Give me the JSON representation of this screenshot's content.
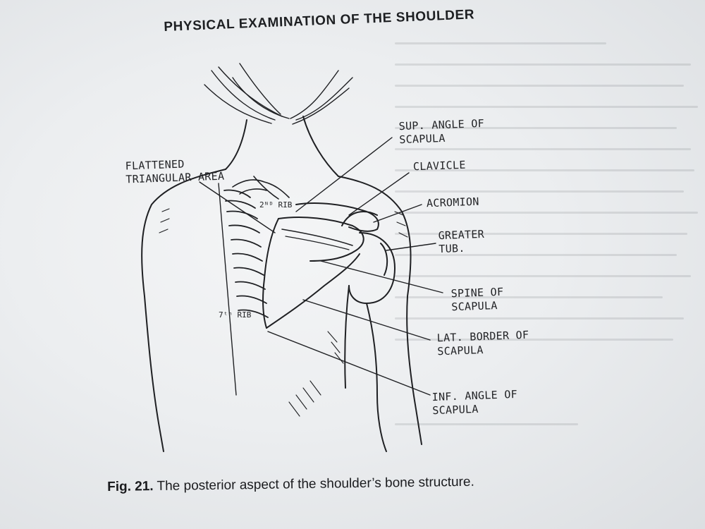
{
  "header": {
    "title": "PHYSICAL EXAMINATION OF THE SHOULDER"
  },
  "figure": {
    "labels": {
      "flattened_triangular_area": [
        "FLATTENED",
        "TRIANGULAR AREA"
      ],
      "sup_angle_of_scapula": [
        "SUP. ANGLE OF",
        "SCAPULA"
      ],
      "clavicle": [
        "CLAVICLE"
      ],
      "acromion": [
        "ACROMION"
      ],
      "greater_tub": [
        "GREATER",
        "TUB."
      ],
      "spine_of_scapula": [
        "SPINE OF",
        "SCAPULA"
      ],
      "lat_border_of_scapula": [
        "LAT. BORDER OF",
        "SCAPULA"
      ],
      "inf_angle_of_scapula": [
        "INF. ANGLE OF",
        "SCAPULA"
      ],
      "second_rib": "2ᴺᴰ RIB",
      "seventh_rib": "7ᵗʰ RIB"
    }
  },
  "caption": {
    "figure_number": "Fig. 21.",
    "text": " The posterior aspect of the shoulder’s bone structure."
  }
}
